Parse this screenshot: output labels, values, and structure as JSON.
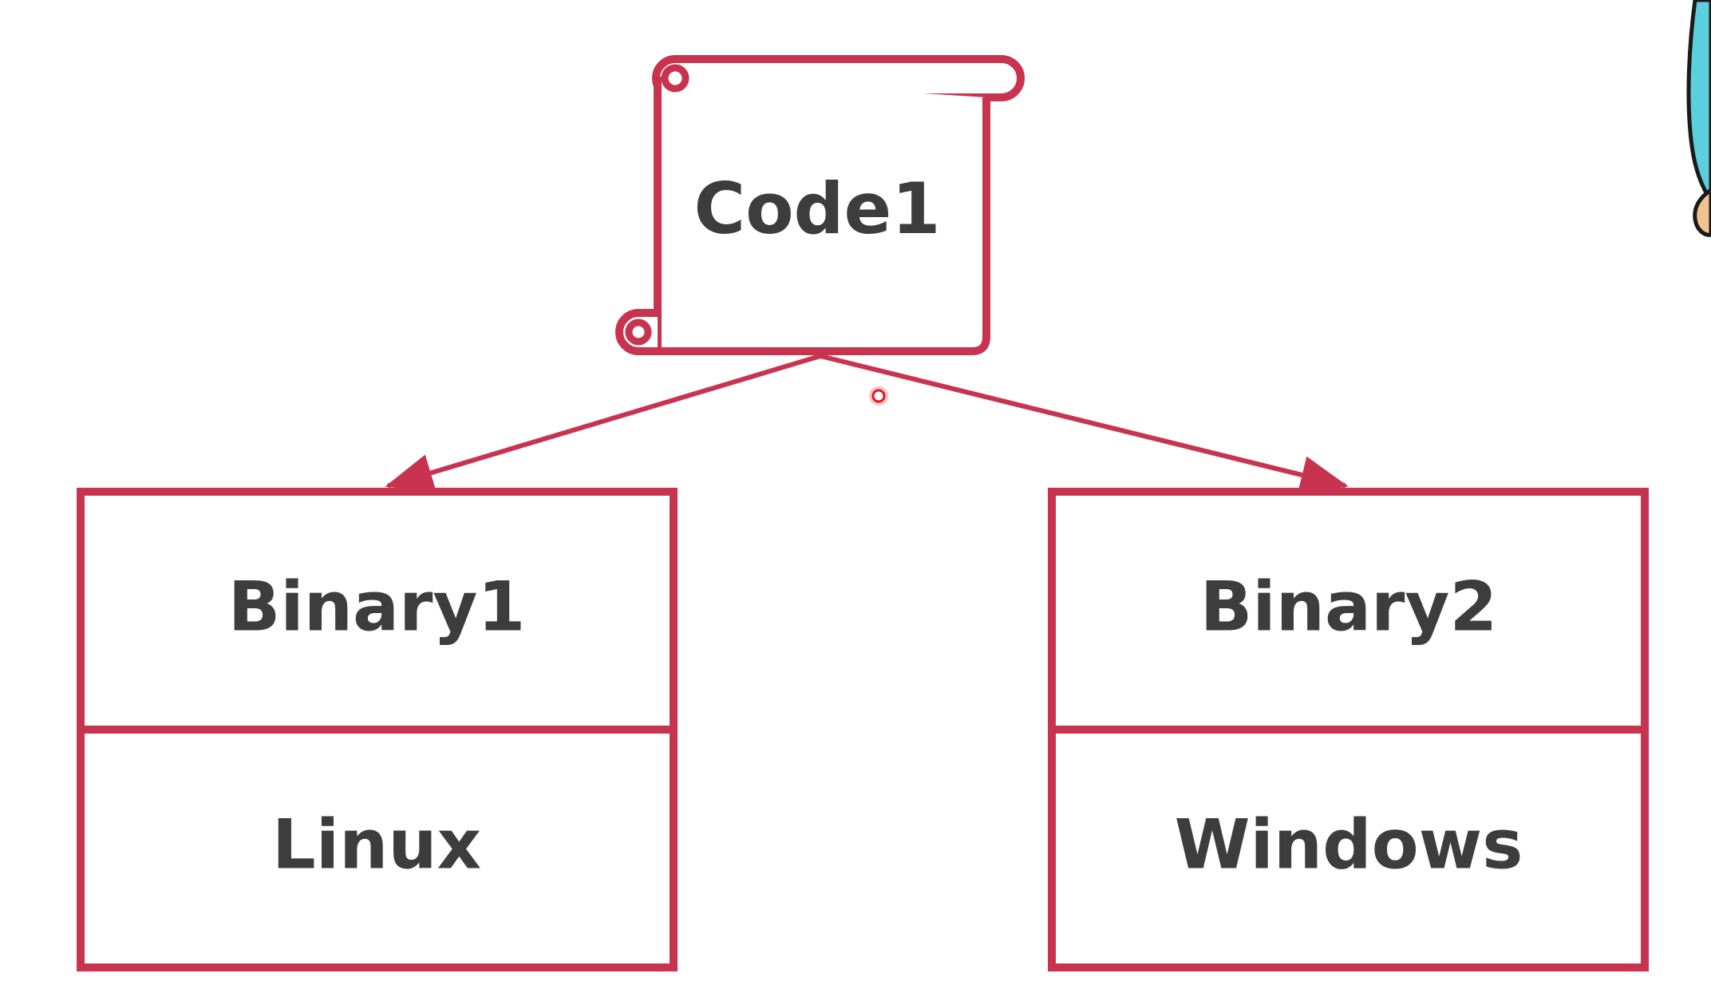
{
  "diagram": {
    "source": {
      "label": "Code1",
      "shape": "scroll"
    },
    "targets": [
      {
        "binary_label": "Binary1",
        "platform_label": "Linux"
      },
      {
        "binary_label": "Binary2",
        "platform_label": "Windows"
      }
    ],
    "edges": [
      {
        "from": "Code1",
        "to": "Binary1"
      },
      {
        "from": "Code1",
        "to": "Binary2"
      }
    ]
  },
  "colors": {
    "stroke": "#c8334f",
    "text": "#3d3d3d",
    "pointer": "#e0162b",
    "character_blue": "#5ccfdc",
    "character_skin": "#f0c38e"
  },
  "extras": {
    "pointer": "laser-pointer-dot",
    "edge_character": "partial-cartoon-character"
  }
}
